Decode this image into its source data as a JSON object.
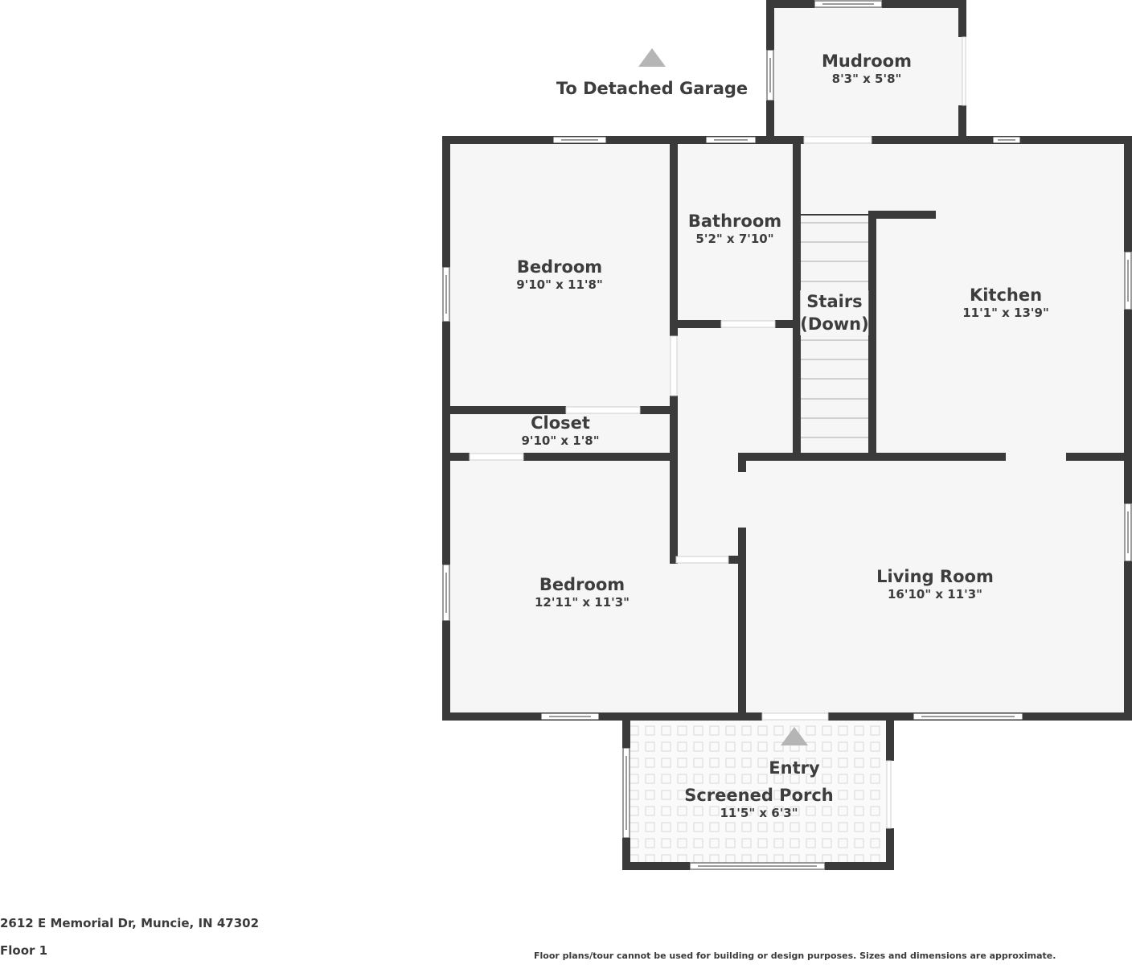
{
  "colors": {
    "wall": "#3a3a3a",
    "floor": "#f6f6f6",
    "window": "#ffffff",
    "marker": "#b5b5b5",
    "text": "#3d3d3d"
  },
  "markers": {
    "garage": {
      "label": "To Detached Garage",
      "icon": "triangle-up-icon"
    },
    "entry": {
      "label": "Entry",
      "icon": "triangle-up-icon"
    }
  },
  "rooms": {
    "mudroom": {
      "name": "Mudroom",
      "dims": "8'3\" x 5'8\""
    },
    "bedroom1": {
      "name": "Bedroom",
      "dims": "9'10\" x 11'8\""
    },
    "bathroom": {
      "name": "Bathroom",
      "dims": "5'2\" x 7'10\""
    },
    "stairs": {
      "name": "Stairs",
      "sub": "(Down)"
    },
    "kitchen": {
      "name": "Kitchen",
      "dims": "11'1\" x 13'9\""
    },
    "closet": {
      "name": "Closet",
      "dims": "9'10\" x 1'8\""
    },
    "bedroom2": {
      "name": "Bedroom",
      "dims": "12'11\" x 11'3\""
    },
    "living": {
      "name": "Living Room",
      "dims": "16'10\" x 11'3\""
    },
    "porch": {
      "name": "Screened Porch",
      "dims": "11'5\" x 6'3\""
    }
  },
  "footer": {
    "address": "2612 E Memorial Dr, Muncie, IN 47302",
    "floor": "Floor 1",
    "disclaimer": "Floor plans/tour cannot be used for building or design purposes. Sizes and dimensions are approximate."
  }
}
